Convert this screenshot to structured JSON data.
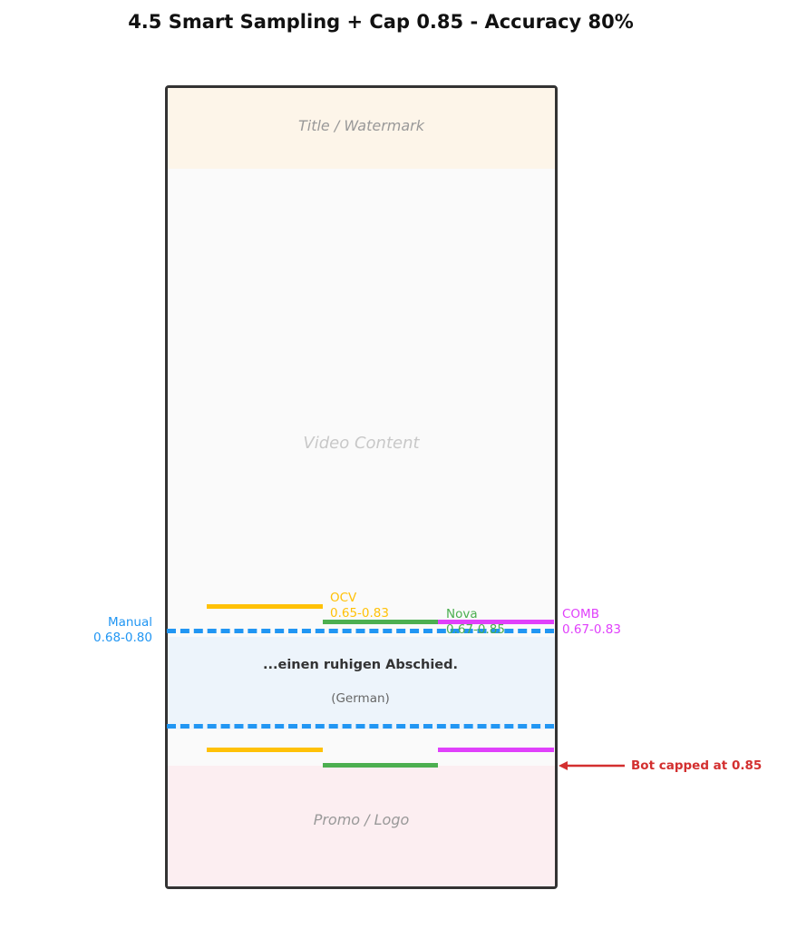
{
  "title": "4.5 Smart Sampling + Cap 0.85 - Accuracy 80%",
  "zones": {
    "top": "Title / Watermark",
    "middle": "Video Content",
    "bottom": "Promo / Logo"
  },
  "subtitle": {
    "text": "...einen ruhigen Abschied.",
    "language": "(German)"
  },
  "manual": {
    "name": "Manual",
    "range": "0.68-0.80",
    "color": "#2196f3"
  },
  "detectors": [
    {
      "name": "OCV",
      "range": "0.65-0.83",
      "color": "#ffc107"
    },
    {
      "name": "Nova",
      "range": "0.67-0.85",
      "color": "#4caf50"
    },
    {
      "name": "COMB",
      "range": "0.67-0.83",
      "color": "#e040fb"
    }
  ],
  "annotation": {
    "text": "Bot capped at 0.85",
    "color": "#d32f2f"
  }
}
